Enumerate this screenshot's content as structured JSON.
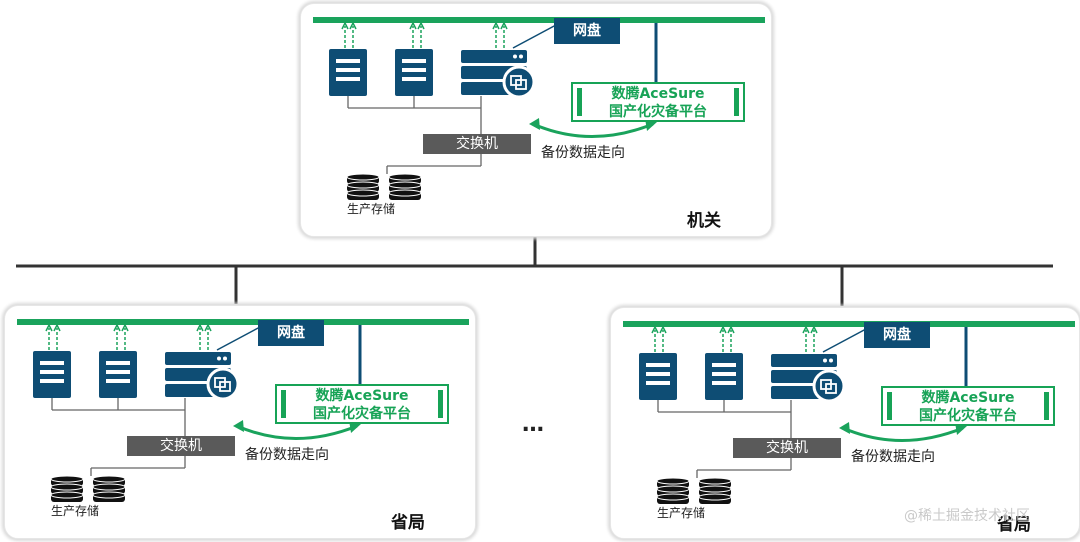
{
  "panels": [
    {
      "disk_label": "网盘",
      "platform_line1": "数腾AceSure",
      "platform_line2": "国产化灾备平台",
      "switch_label": "交换机",
      "flow_label": "备份数据走向",
      "storage_label": "生产存储",
      "region_label": "机关"
    },
    {
      "disk_label": "网盘",
      "platform_line1": "数腾AceSure",
      "platform_line2": "国产化灾备平台",
      "switch_label": "交换机",
      "flow_label": "备份数据走向",
      "storage_label": "生产存储",
      "region_label": "省局"
    },
    {
      "disk_label": "网盘",
      "platform_line1": "数腾AceSure",
      "platform_line2": "国产化灾备平台",
      "switch_label": "交换机",
      "flow_label": "备份数据走向",
      "storage_label": "生产存储",
      "region_label": "省局"
    }
  ],
  "ellipsis": "…",
  "watermark": "@稀土掘金技术社区",
  "colors": {
    "network_bar": "#1aa35c",
    "server": "#0e4d74",
    "switch": "#5a5a5a",
    "platform": "#17a356",
    "tree_line": "#333333"
  },
  "icons": [
    "server-icon",
    "backup-server-icon",
    "storage-icon",
    "dashed-arrow-icon",
    "curved-arrow-icon"
  ]
}
